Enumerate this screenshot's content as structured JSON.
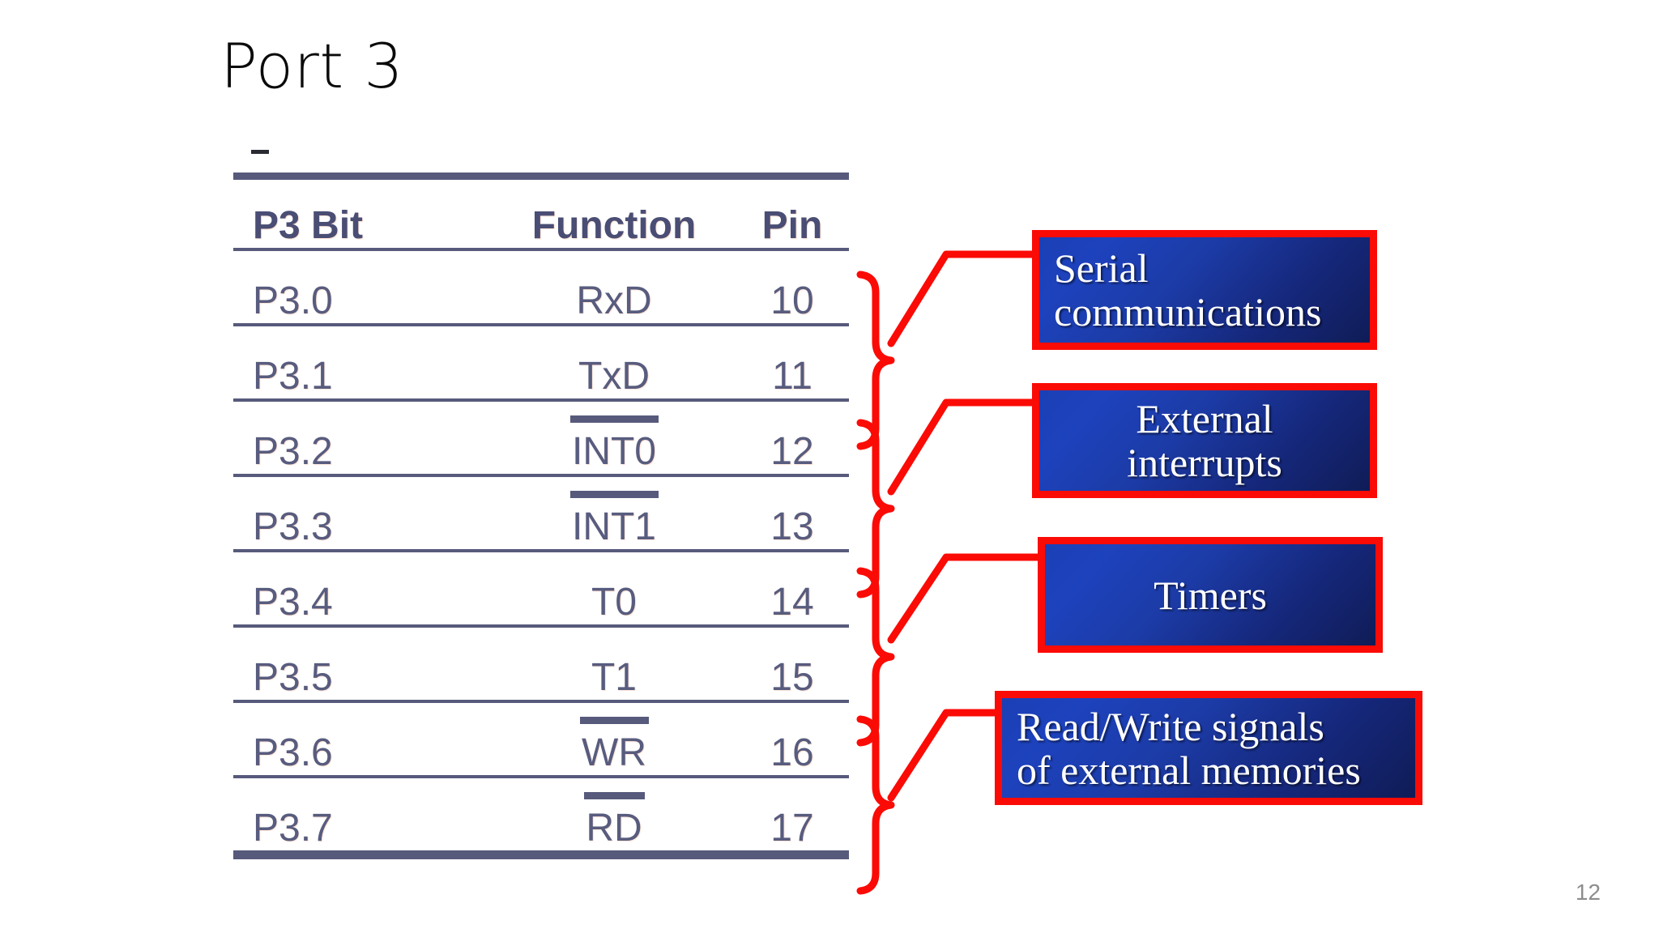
{
  "slide": {
    "title": "Port 3",
    "page_number": "12",
    "accent_red": "#fb0b06",
    "table_line_color": "#575a7b",
    "table_text_color": "#585c7e",
    "callout_blue": "#1b3fb5",
    "callout_blue_dark": "#101c57"
  },
  "table": {
    "columns": [
      "P3 Bit",
      "Function",
      "Pin"
    ],
    "rows": [
      {
        "bit": "P3.0",
        "function": "RxD",
        "overline": false,
        "pin": "10"
      },
      {
        "bit": "P3.1",
        "function": "TxD",
        "overline": false,
        "pin": "11"
      },
      {
        "bit": "P3.2",
        "function": "INT0",
        "overline": true,
        "pin": "12"
      },
      {
        "bit": "P3.3",
        "function": "INT1",
        "overline": true,
        "pin": "13"
      },
      {
        "bit": "P3.4",
        "function": "T0",
        "overline": false,
        "pin": "14"
      },
      {
        "bit": "P3.5",
        "function": "T1",
        "overline": false,
        "pin": "15"
      },
      {
        "bit": "P3.6",
        "function": "WR",
        "overline": true,
        "pin": "16"
      },
      {
        "bit": "P3.7",
        "function": "RD",
        "overline": true,
        "pin": "17"
      }
    ]
  },
  "callouts": [
    {
      "id": "serial",
      "line1": "Serial",
      "line2": "communications",
      "groups_rows": [
        "P3.0",
        "P3.1"
      ]
    },
    {
      "id": "interrupts",
      "line1": "External",
      "line2": "interrupts",
      "groups_rows": [
        "P3.2",
        "P3.3"
      ]
    },
    {
      "id": "timers",
      "line1": "Timers",
      "line2": "",
      "groups_rows": [
        "P3.4",
        "P3.5"
      ]
    },
    {
      "id": "rw",
      "line1": "Read/Write signals",
      "line2": "of external memories",
      "groups_rows": [
        "P3.6",
        "P3.7"
      ]
    }
  ]
}
